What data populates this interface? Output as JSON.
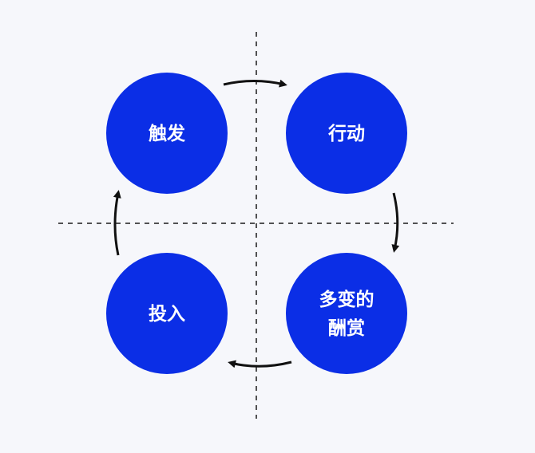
{
  "colors": {
    "background": "#f6f7fb",
    "node_fill": "#0b2ee6",
    "node_text": "#ffffff",
    "axis": "#1a1a1a",
    "arrow": "#111111"
  },
  "diagram": {
    "nodes": [
      {
        "id": "trigger",
        "label": "触发"
      },
      {
        "id": "action",
        "label": "行动"
      },
      {
        "id": "reward",
        "label": "多变的\n酬赏"
      },
      {
        "id": "investment",
        "label": "投入"
      }
    ],
    "flow": [
      {
        "from": "trigger",
        "to": "action"
      },
      {
        "from": "action",
        "to": "reward"
      },
      {
        "from": "reward",
        "to": "investment"
      },
      {
        "from": "investment",
        "to": "trigger"
      }
    ]
  }
}
